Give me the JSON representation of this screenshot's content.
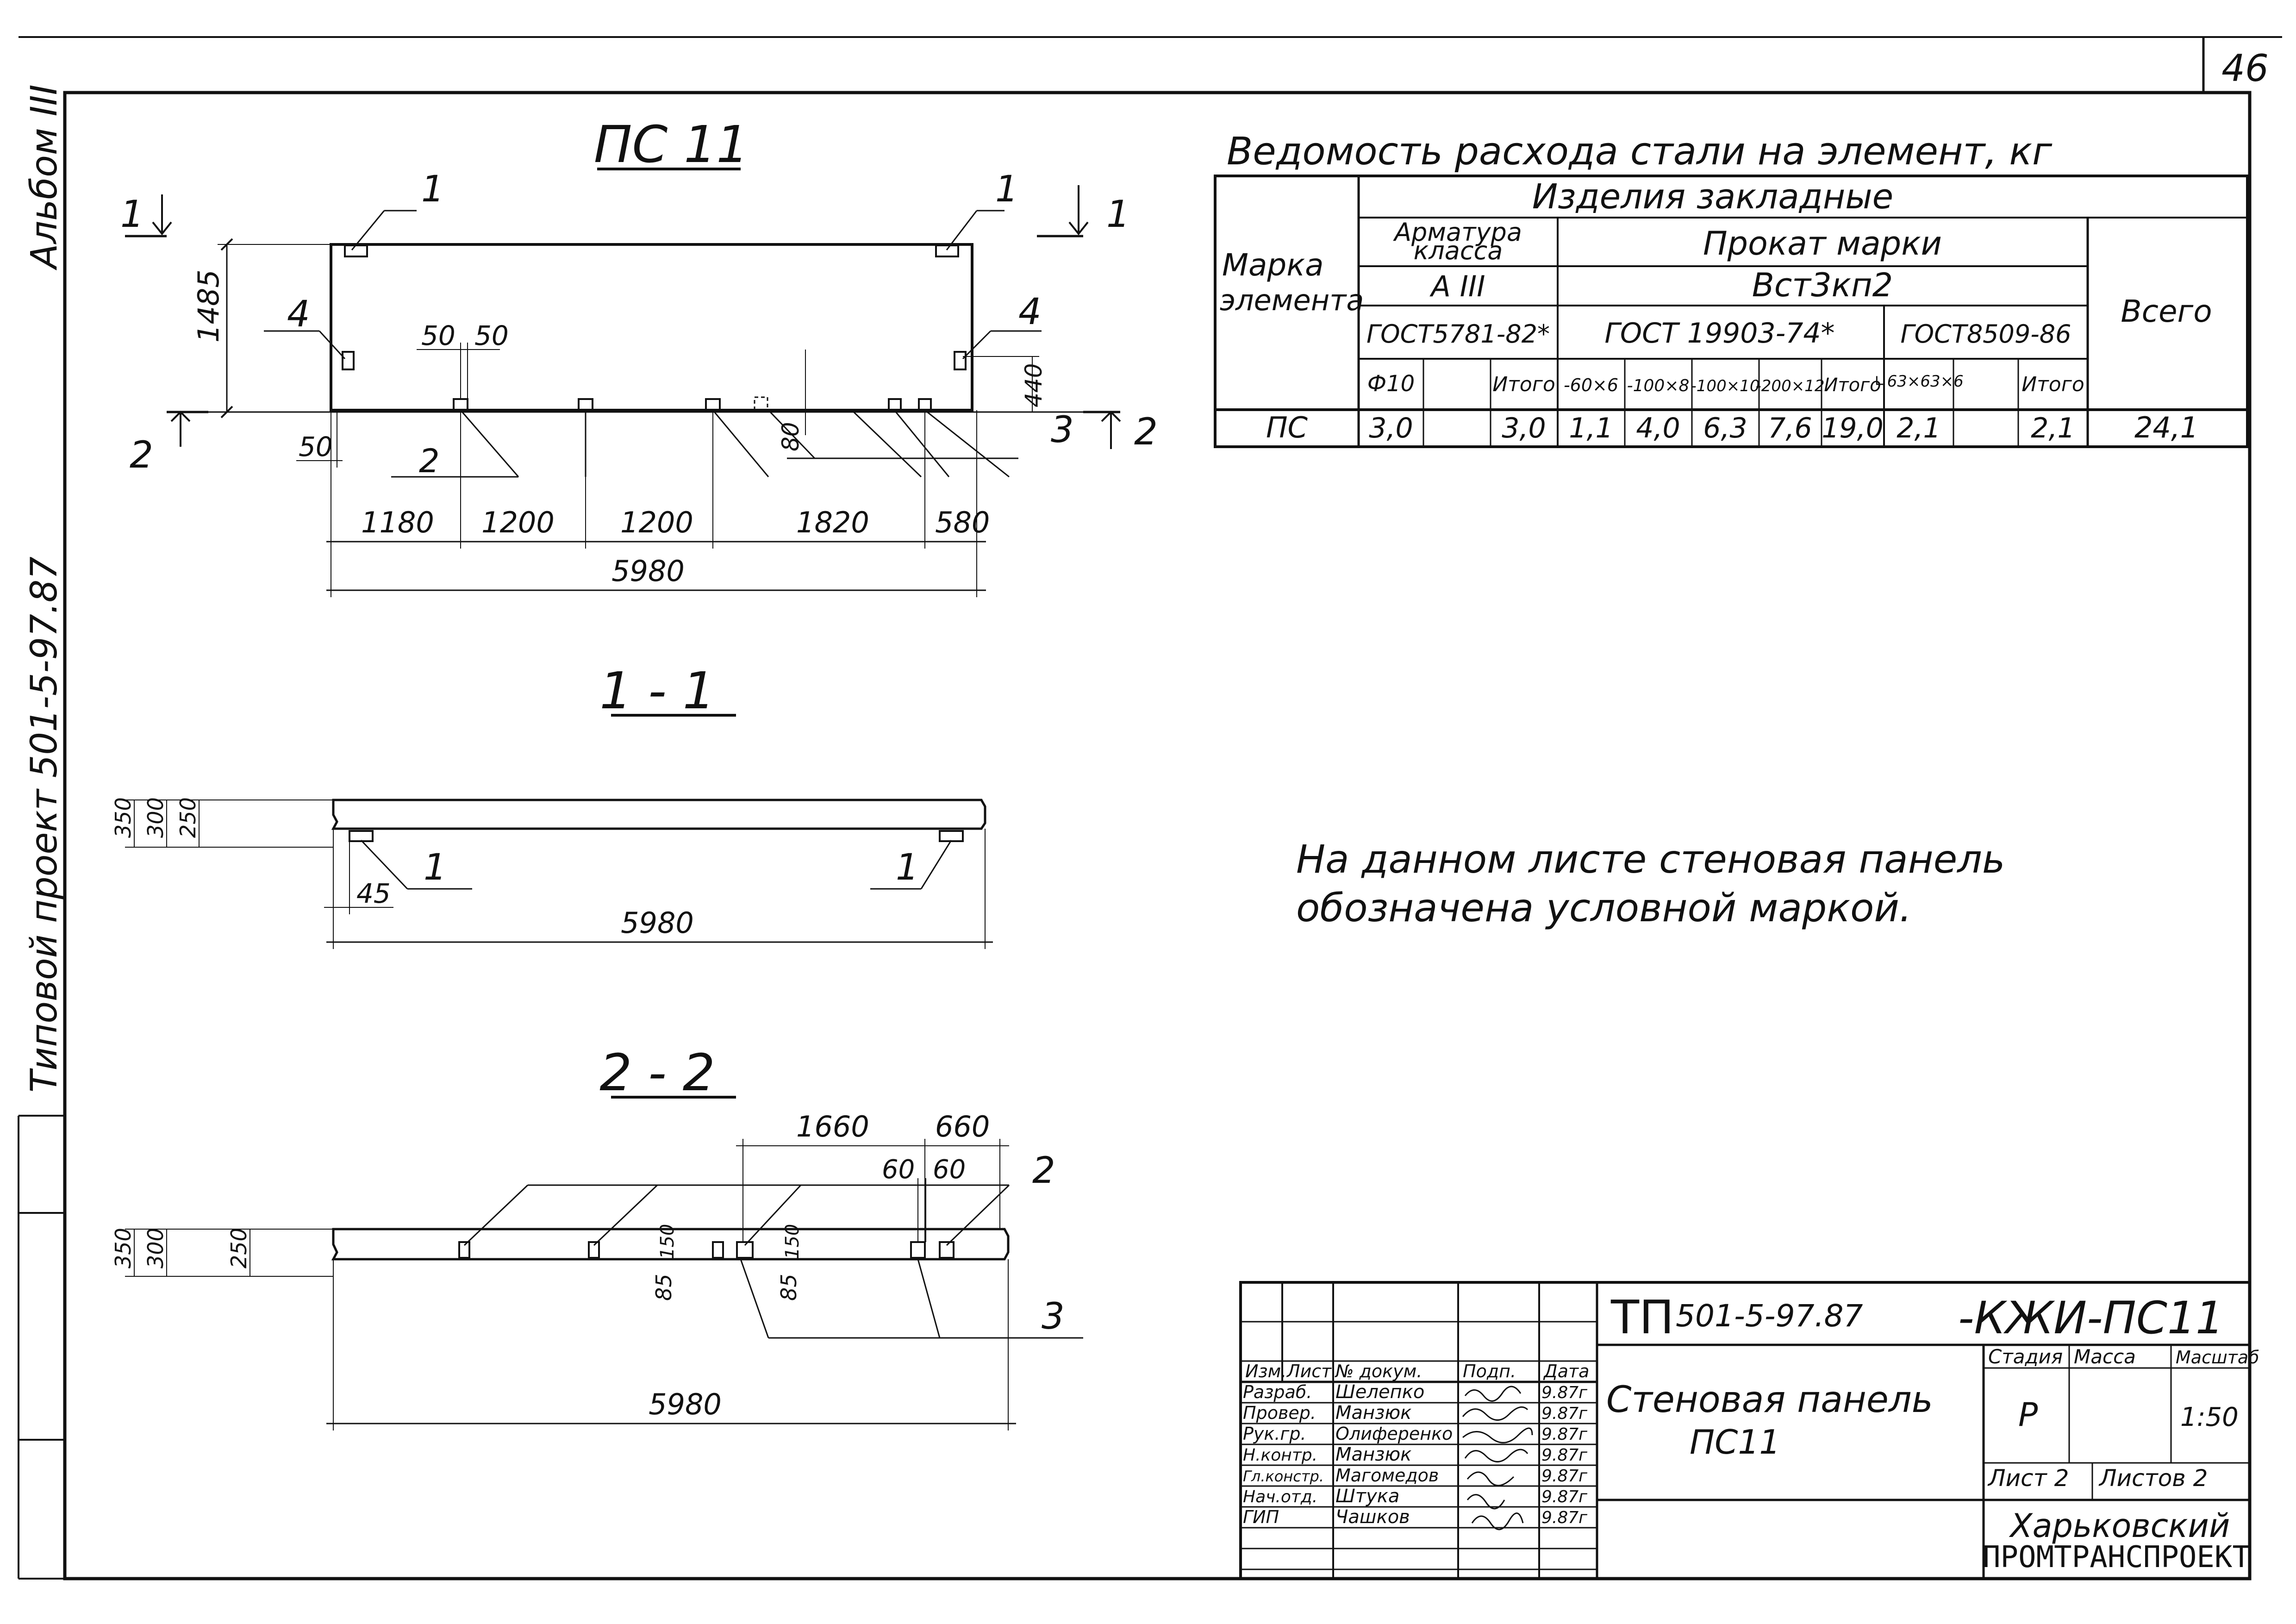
{
  "sheet": {
    "page_number": "46",
    "side_album": "Альбом III",
    "side_project": "Типовой проект 501-5-97.87"
  },
  "elevation": {
    "title": "ПС 11",
    "cut1_left": "1",
    "cut1_right": "1",
    "cut2_left": "2",
    "cut2_right": "2",
    "item_1a": "1",
    "item_1b": "1",
    "item_4a": "4",
    "item_4b": "4",
    "item_2": "2",
    "item_3": "3",
    "dim_height": "1485",
    "dim_50a": "50",
    "dim_50b": "50",
    "dim_50c": "50",
    "dim_440": "440",
    "dim_80": "80",
    "dims_bottom": [
      "1180",
      "1200",
      "1200",
      "1820",
      "580"
    ],
    "dim_total": "5980"
  },
  "section_1_1": {
    "title": "1 - 1",
    "dims_left": [
      "350",
      "300",
      "250"
    ],
    "dim_45": "45",
    "item_1a": "1",
    "item_1b": "1",
    "dim_total": "5980"
  },
  "section_2_2": {
    "title": "2 - 2",
    "dim_1660": "1660",
    "dim_660": "660",
    "dim_60a": "60",
    "dim_60b": "60",
    "dims_left": [
      "350",
      "300",
      "250"
    ],
    "dim_85a": "85",
    "dim_150a": "150",
    "dim_85b": "85",
    "dim_150b": "150",
    "item_2": "2",
    "item_3": "3",
    "dim_total": "5980"
  },
  "steel_table": {
    "title": "Ведомость расхода стали на элемент, кг",
    "h_mark": "Марка",
    "h_element": "элемента",
    "h_items": "Изделия закладные",
    "h_rebar1": "Арматура",
    "h_rebar2": "класса",
    "h_rolled": "Прокат марки",
    "h_rebar_class": "А III",
    "h_steel_grade": "Вст3кп2",
    "h_gost1": "ГОСТ5781-82*",
    "h_gost2": "ГОСТ 19903-74*",
    "h_gost3": "ГОСТ8509-86",
    "h_total": "Всего",
    "sub_headers": [
      "Ф10",
      "",
      "Итого",
      "-60×6",
      "-100×8",
      "-100×10",
      "-200×12",
      "Итого",
      "∟63×63×6",
      "",
      "Итого"
    ],
    "row_mark": "ПС",
    "row_values": [
      "3,0",
      "",
      "3,0",
      "1,1",
      "4,0",
      "6,3",
      "7,6",
      "19,0",
      "2,1",
      "",
      "2,1"
    ],
    "row_total": "24,1"
  },
  "note": {
    "line1": "На данном листе стеновая панель",
    "line2": "обозначена условной маркой."
  },
  "title_block": {
    "project_code": "ТП",
    "project_num": "501-5-97.87",
    "doc_mark": "-КЖИ-ПС11",
    "headers": [
      "Изм.",
      "Лист",
      "№ докум.",
      "Подп.",
      "Дата"
    ],
    "roles": [
      "Разраб.",
      "Провер.",
      "Рук.гр.",
      "Н.контр.",
      "Гл.констр.",
      "Нач.отд.",
      "ГИП"
    ],
    "names": [
      "Шелепко",
      "Манзюк",
      "Олиференко",
      "Манзюк",
      "Магомедов",
      "Штука",
      "Чашков"
    ],
    "dates": [
      "9.87г",
      "9.87г",
      "9.87г",
      "9.87г",
      "9.87г",
      "9.87г",
      "9.87г"
    ],
    "drawing_name1": "Стеновая панель",
    "drawing_name2": "ПС11",
    "stage_label": "Стадия",
    "mass_label": "Масса",
    "scale_label": "Масштаб",
    "stage": "Р",
    "scale": "1:50",
    "sheet_label": "Лист 2",
    "sheets_label": "Листов 2",
    "org1": "Харьковский",
    "org2": "ПРОМТРАНСПРОЕКТ"
  }
}
